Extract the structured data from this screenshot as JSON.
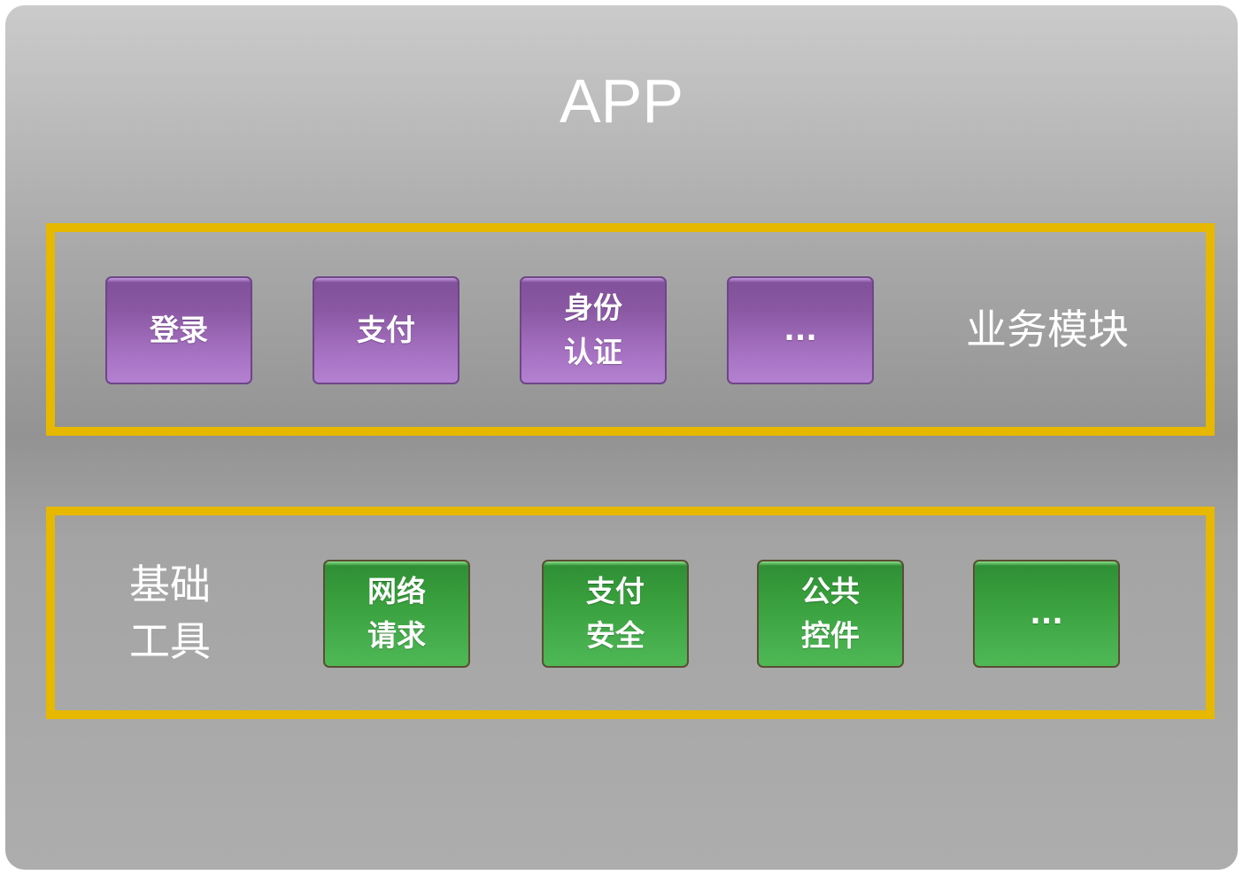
{
  "title": "APP",
  "business_layer": {
    "label": "业务模块",
    "modules": [
      {
        "label": "登录"
      },
      {
        "label": "支付"
      },
      {
        "label": "身份\n认证"
      },
      {
        "label": "..."
      }
    ]
  },
  "foundation_layer": {
    "label": "基础\n工具",
    "modules": [
      {
        "label": "网络\n请求"
      },
      {
        "label": "支付\n安全"
      },
      {
        "label": "公共\n控件"
      },
      {
        "label": "..."
      }
    ]
  },
  "colors": {
    "frame": "#e6b800",
    "business_module": "#9a65b5",
    "foundation_module": "#3da343",
    "background": "#a9a9a9"
  }
}
